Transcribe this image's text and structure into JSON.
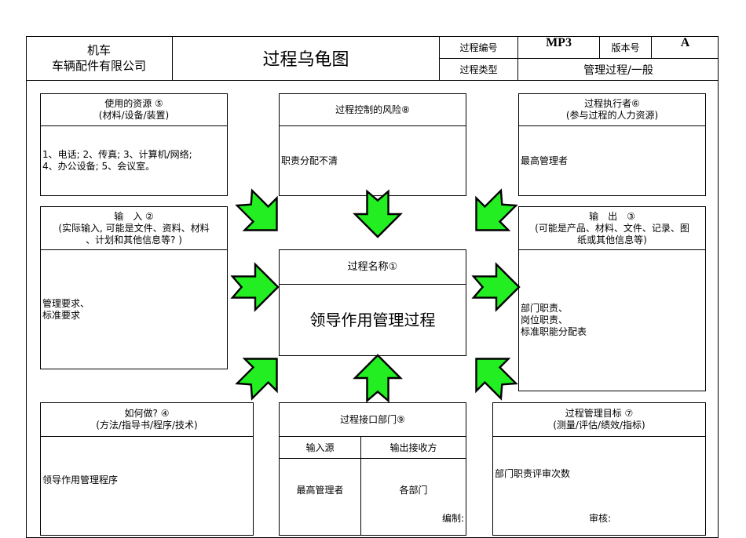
{
  "header": {
    "company_line1": "机车",
    "company_line2": "车辆配件有限公司",
    "title": "过程乌龟图",
    "process_no_label": "过程编号",
    "process_no": "MP3",
    "version_label": "版本号",
    "version": "A",
    "process_type_label": "过程类型",
    "process_type": "管理过程/一般"
  },
  "resources": {
    "title": "使用的资源 ⑤\n(材料/设备/装置)",
    "content": "1、电话; 2、传真; 3、计算机/网络;\n4、办公设备; 5、会议室。"
  },
  "risk": {
    "title": "过程控制的风险⑧",
    "content": "职责分配不清"
  },
  "executor": {
    "title": "过程执行者⑥\n(参与过程的人力资源)",
    "content": "最高管理者"
  },
  "input": {
    "title": "输　入 ②\n(实际输入, 可能是文件、资料、材料\n、计划和其他信息等? )",
    "content": "管理要求、\n标准要求"
  },
  "process": {
    "title": "过程名称①",
    "name": "领导作用管理过程"
  },
  "output": {
    "title": "输　出　③\n(可能是产品、材料、文件、记录、图\n纸或其他信息等)",
    "content": "部门职责、\n岗位职责、\n标准职能分配表"
  },
  "how": {
    "title": "如何做? ④\n(方法/指导书/程序/技术)",
    "content": "领导作用管理程序"
  },
  "interface": {
    "title": "过程接口部门⑨",
    "col1": "输入源",
    "col2": "输出接收方",
    "val1": "最高管理者",
    "val2": "各部门",
    "compiled_label": "编制:"
  },
  "goals": {
    "title": "过程管理目标 ⑦\n(测量/评估/绩效/指标)",
    "content": "部门职责评审次数",
    "review_label": "审核:"
  },
  "colors": {
    "arrow": "#22ee22"
  }
}
